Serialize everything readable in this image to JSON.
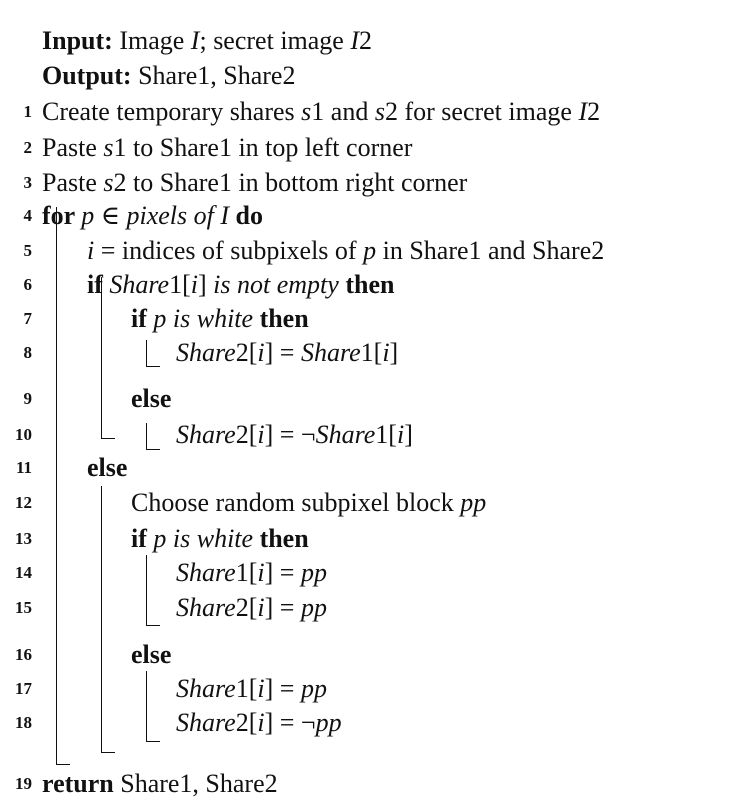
{
  "algorithm": {
    "input_label": "Input:",
    "input_text_a": "Image ",
    "input_var_I": "I",
    "input_text_b": "; secret image ",
    "input_var_I2": "I",
    "input_num_2": "2",
    "output_label": "Output:",
    "output_text": "Share1, Share2",
    "lines": [
      {
        "n": "1",
        "parts": [
          [
            "",
            "Create temporary shares "
          ],
          [
            "it",
            "s"
          ],
          [
            "",
            "1 and "
          ],
          [
            "it",
            "s"
          ],
          [
            "",
            "2 for secret image "
          ],
          [
            "it",
            "I"
          ],
          [
            "",
            "2"
          ]
        ]
      },
      {
        "n": "2",
        "parts": [
          [
            "",
            "Paste "
          ],
          [
            "it",
            "s"
          ],
          [
            "",
            "1 to Share1 in top left corner"
          ]
        ]
      },
      {
        "n": "3",
        "parts": [
          [
            "",
            "Paste "
          ],
          [
            "it",
            "s"
          ],
          [
            "",
            "2 to Share1 in bottom right corner"
          ]
        ]
      },
      {
        "n": "4",
        "parts": [
          [
            "kw",
            "for "
          ],
          [
            "it",
            "p"
          ],
          [
            "",
            " ∈ "
          ],
          [
            "it",
            "pixels of I"
          ],
          [
            "kw",
            " do"
          ]
        ]
      },
      {
        "n": "5",
        "parts": [
          [
            "it",
            "i"
          ],
          [
            "",
            " = indices of subpixels of "
          ],
          [
            "it",
            "p"
          ],
          [
            "",
            " in Share1 and Share2"
          ]
        ]
      },
      {
        "n": "6",
        "parts": [
          [
            "kw",
            "if "
          ],
          [
            "it",
            "Share"
          ],
          [
            "",
            "1["
          ],
          [
            "it",
            "i"
          ],
          [
            "",
            "] "
          ],
          [
            "it",
            "is not empty"
          ],
          [
            "kw",
            " then"
          ]
        ]
      },
      {
        "n": "7",
        "parts": [
          [
            "kw",
            "if "
          ],
          [
            "it",
            "p is white"
          ],
          [
            "kw",
            " then"
          ]
        ]
      },
      {
        "n": "8",
        "parts": [
          [
            "it",
            "Share"
          ],
          [
            "",
            "2["
          ],
          [
            "it",
            "i"
          ],
          [
            "",
            "] = "
          ],
          [
            "it",
            "Share"
          ],
          [
            "",
            "1["
          ],
          [
            "it",
            "i"
          ],
          [
            "",
            "]"
          ]
        ]
      },
      {
        "n": "9",
        "parts": [
          [
            "kw",
            "else"
          ]
        ]
      },
      {
        "n": "10",
        "parts": [
          [
            "it",
            "Share"
          ],
          [
            "",
            "2["
          ],
          [
            "it",
            "i"
          ],
          [
            "",
            "] = ¬"
          ],
          [
            "it",
            "Share"
          ],
          [
            "",
            "1["
          ],
          [
            "it",
            "i"
          ],
          [
            "",
            "]"
          ]
        ]
      },
      {
        "n": "11",
        "parts": [
          [
            "kw",
            "else"
          ]
        ]
      },
      {
        "n": "12",
        "parts": [
          [
            "",
            "Choose random subpixel block "
          ],
          [
            "it",
            "pp"
          ]
        ]
      },
      {
        "n": "13",
        "parts": [
          [
            "kw",
            "if "
          ],
          [
            "it",
            "p is white"
          ],
          [
            "kw",
            " then"
          ]
        ]
      },
      {
        "n": "14",
        "parts": [
          [
            "it",
            "Share"
          ],
          [
            "",
            "1["
          ],
          [
            "it",
            "i"
          ],
          [
            "",
            "] = "
          ],
          [
            "it",
            "pp"
          ]
        ]
      },
      {
        "n": "15",
        "parts": [
          [
            "it",
            "Share"
          ],
          [
            "",
            "2["
          ],
          [
            "it",
            "i"
          ],
          [
            "",
            "] = "
          ],
          [
            "it",
            "pp"
          ]
        ]
      },
      {
        "n": "16",
        "parts": [
          [
            "kw",
            "else"
          ]
        ]
      },
      {
        "n": "17",
        "parts": [
          [
            "it",
            "Share"
          ],
          [
            "",
            "1["
          ],
          [
            "it",
            "i"
          ],
          [
            "",
            "] = "
          ],
          [
            "it",
            "pp"
          ]
        ]
      },
      {
        "n": "18",
        "parts": [
          [
            "it",
            "Share"
          ],
          [
            "",
            "2["
          ],
          [
            "it",
            "i"
          ],
          [
            "",
            "] = ¬"
          ],
          [
            "it",
            "pp"
          ]
        ]
      },
      {
        "n": "19",
        "parts": [
          [
            "kw",
            "return "
          ],
          [
            "",
            "Share1, Share2"
          ]
        ]
      }
    ]
  }
}
